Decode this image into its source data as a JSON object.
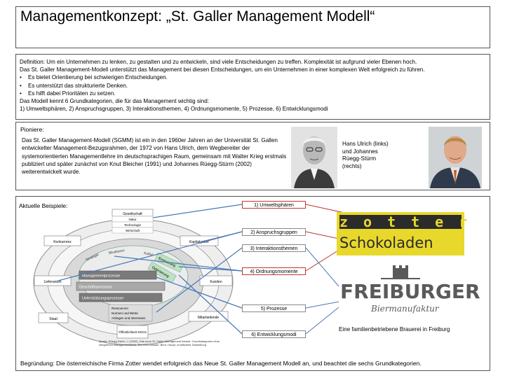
{
  "title": "Managementkonzept: „St. Galler Management Modell“",
  "definition": {
    "line1": "Definition: Um ein Unternehmen zu lenken, zu gestalten und zu entwickeln, sind viele Entscheidungen zu treffen. Komplexität ist aufgrund vieler Ebenen hoch.",
    "line2": "Das St. Galler Management-Modell unterstützt das Management bei diesen Entscheidungen, um ein Unternehmen in einer komplexen Welt erfolgreich zu führen.",
    "bullets": [
      "Es bietet Orientierung bei schwierigen Entscheidungen.",
      "Es unterstützt das strukturierte Denken.",
      "Es hilft dabei Prioritäten zu setzen."
    ],
    "line3": "Das Modell kennt 6 Grundkategorien, die für das Management wichtig sind:",
    "line4": "1) Umweltsphären, 2) Anspruchsgruppen, 3) Interaktionsthemen, 4) Ordnungsmomente,  5) Prozesse,  6) Entwicklungsmodi"
  },
  "pioniere": {
    "label": "Pioniere:",
    "text": "Das St. Galler Management-Modell (SGMM) ist ein in den 1960er Jahren an der Universität St. Gallen entwickelter Management-Bezugsrahmen, der 1972 von Hans Ulrich, dem Wegbereiter der systemorientierten Managementlehre im deutschsprachigen Raum, gemeinsam mit Walter Krieg erstmals publiziert und später zunächst von Knut Bleicher (1991) und Johannes Rüegg-Stürm (2002) weiterentwickelt wurde.",
    "caption": "Hans Ulrich (links) und Johannes Rüegg-Stürm (rechts)"
  },
  "beispiele": {
    "label": "Aktuelle Beispiele:",
    "categories": [
      "1) Umweltsphären",
      "2) Anspruchsgruppen",
      "3) Interaktionsthemen",
      "4) Ordnungsmomente",
      "5) Prozesse",
      "6) Entwicklungsmodi"
    ],
    "model": {
      "gesellschaft": "Gesellschaft",
      "natur": "Natur",
      "technologie": "Technologie",
      "wirtschaft": "Wirtschaft",
      "konkurrenz": "Konkurrenz",
      "kapitalgeber": "Kapitalgeber",
      "lieferanten": "Lieferanten",
      "kunden": "Kunden",
      "staat": "Staat",
      "mitarbeitende": "Mitarbeitende",
      "oeffentlichkeit": "Öffentlichkeit NGOs",
      "managementprozesse": "Managementprozesse",
      "geschaeftsprozesse": "Geschäftsprozesse",
      "unterstuetzungsprozesse": "Unterstützungsprozesse",
      "ressourcen": "Ressourcen",
      "normen": "Normen und Werte",
      "anliegen": "Anliegen und Interessen",
      "strategie": "Strategie",
      "strukturen": "Strukturen",
      "kultur": "Kultur",
      "erneuerung": "Erneuerung",
      "optimierung": "Optimierung",
      "source": "Quelle: Rüegg-Stürm, J. (2002). Das neue St. Galler Management-Modell. Grundkategorien einer integrierten Managementlehre. Der HSG-Ansatz. Bern: Haupt, modifizierte Darstellung"
    },
    "zotter_top": "zotter",
    "zotter_bottom": "Schokoladen",
    "freiburger_name": "FREIBURGER",
    "freiburger_sub": "Biermanufaktur",
    "brauerei": "Eine familienbetriebene Brauerei in Freiburg",
    "begruendung": "Begründung: Die österreichische Firma Zotter wendet erfolgreich das Neue St. Galler Management Modell an, und beachtet die sechs Grundkategorien."
  },
  "colors": {
    "zotter_bg": "#e8d82c",
    "zotter_dark": "#2b2b2b",
    "freiburger": "#5a5a5a",
    "lines": "#4a78b8",
    "lines_red": "#c0392b"
  }
}
